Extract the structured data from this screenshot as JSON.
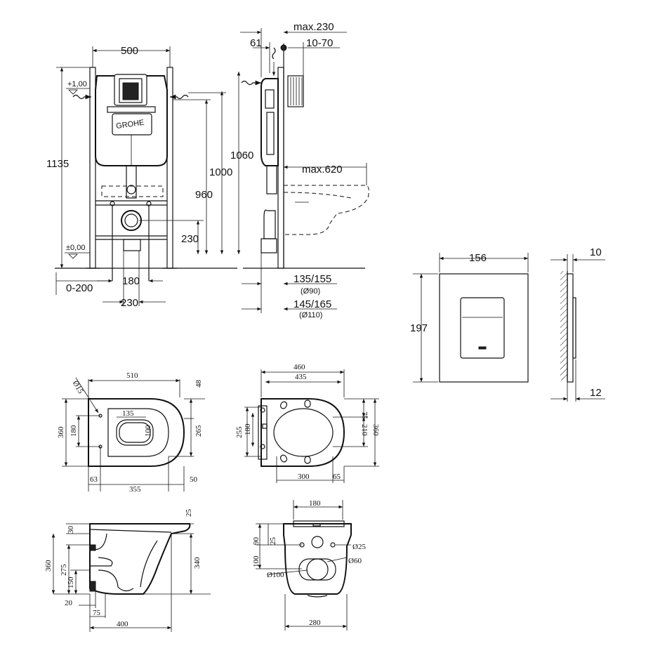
{
  "frame": {
    "width": "500",
    "height": "1135",
    "level_top": "+1,00",
    "level_floor": "±0,00",
    "h1060": "1060",
    "h1000": "1000",
    "h960": "960",
    "h230": "230",
    "offset": "0-200",
    "w180": "180",
    "w230": "230",
    "brand": "GROHE"
  },
  "side": {
    "max230": "max.230",
    "d61": "61",
    "d1070": "10-70",
    "max620": "max.620",
    "d135": "135/155",
    "d90": "(Ø90)",
    "d145": "145/165",
    "d110": "(Ø110)"
  },
  "plate": {
    "width": "156",
    "height": "197",
    "depth": "10",
    "depth2": "12"
  },
  "bowl_top": {
    "d510": "510",
    "d15": "Ø15",
    "d48": "48",
    "d360": "360",
    "d180": "180",
    "d135": "135",
    "d100": "100",
    "d265": "265",
    "d63": "63",
    "d355": "355",
    "d50": "50"
  },
  "seat_top": {
    "d460": "460",
    "d435": "435",
    "d255": "255",
    "d180": "180",
    "d75": "75",
    "d210": "210",
    "d360": "360",
    "d300": "300",
    "d65": "65"
  },
  "bowl_side": {
    "d30": "30",
    "d25": "25",
    "d360": "360",
    "d275": "275",
    "d150": "150",
    "d340": "340",
    "d20": "20",
    "d75": "75",
    "d400": "400"
  },
  "bowl_front": {
    "d180": "180",
    "d90": "90",
    "d25": "25",
    "d100": "100",
    "o25": "Ø25",
    "o60": "Ø60",
    "o100": "Ø100",
    "d280": "280"
  }
}
